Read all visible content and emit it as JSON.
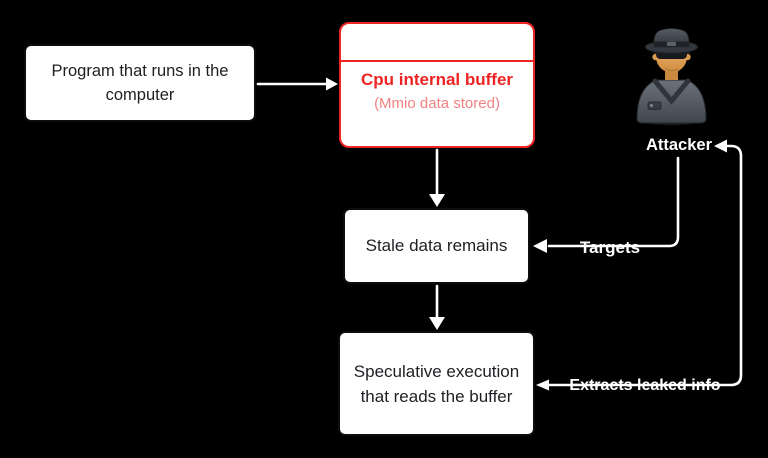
{
  "colors": {
    "background": "#000000",
    "box_fill": "#ffffff",
    "box_border": "#0d0d0d",
    "box_text": "#1d1f23",
    "red_accent": "#ee2424",
    "red_subtle": "#f28282",
    "connector": "#ffffff"
  },
  "diagram": {
    "nodes": {
      "program": {
        "lines": [
          "Program that runs in the",
          "computer"
        ]
      },
      "cpu_buffer": {
        "title": "Cpu internal buffer",
        "subtitle": "(Mmio data stored)"
      },
      "stale_data": {
        "label": "Stale data remains"
      },
      "speculative": {
        "lines": [
          "Speculative execution",
          "that reads the buffer"
        ]
      }
    },
    "attacker": {
      "label": "Attacker",
      "icon": "spy-icon"
    },
    "edges": {
      "targets_label": "Targets",
      "extracts_label": "Extracts leaked info"
    }
  }
}
